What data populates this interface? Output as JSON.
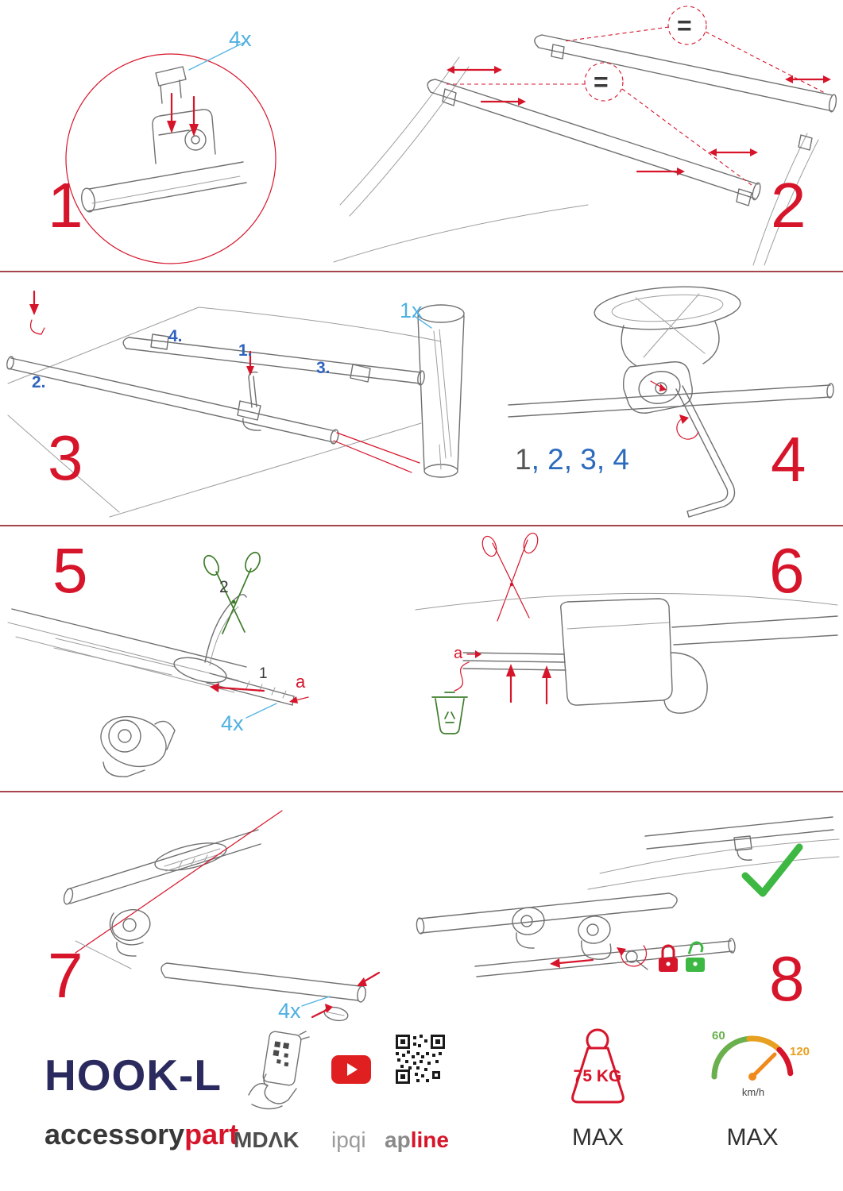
{
  "colors": {
    "accent_red": "#d6152b",
    "quantity_blue": "#4fb0e2",
    "order_blue": "#2f63bd",
    "success_green": "#3db843",
    "brand_navy": "#2b2a5e",
    "scissors_green": "#3f7d2c"
  },
  "icons": {
    "scissors_green": "scissors-icon",
    "scissors_red": "scissors-icon",
    "trash_recycle": "trash-recycle-icon",
    "padlock_closed": "padlock-closed-icon",
    "padlock_open": "padlock-open-icon",
    "checkmark": "checkmark-icon",
    "phone_qr": "phone-qr-scan-icon",
    "youtube": "youtube-play-icon",
    "qr_code": "qr-code-icon",
    "weight": "max-load-weight-icon",
    "speedometer": "speedometer-icon"
  },
  "steps": {
    "step1": {
      "number": "1",
      "quantity": "4x"
    },
    "step2": {
      "number": "2",
      "equal_sign_top": "=",
      "equal_sign_mid": "="
    },
    "step3": {
      "number": "3",
      "quantity": "1x",
      "order_labels": [
        "1.",
        "2.",
        "3.",
        "4."
      ]
    },
    "step4": {
      "number": "4",
      "sequence_done": "1",
      "sequence_remaining": ", 2, 3, 4"
    },
    "step5": {
      "number": "5",
      "cut_order_label": "2",
      "strip_order_label": "1",
      "ref_label": "a",
      "quantity": "4x"
    },
    "step6": {
      "number": "6",
      "ref_label": "a"
    },
    "step7": {
      "number": "7",
      "quantity": "4x"
    },
    "step8": {
      "number": "8"
    }
  },
  "footer": {
    "product_name": "HOOK-L",
    "brand_prefix": "accessory",
    "brand_suffix": "part",
    "partner_mdak": "MDΛK",
    "partner_ipqi": "ipqi",
    "partner_apline_prefix": "ap",
    "partner_apline_suffix": "line",
    "max_load_value": "75 KG",
    "max_load_label": "MAX",
    "speed_min": "60",
    "speed_max_value": "120",
    "speed_unit": "km/h",
    "speed_label": "MAX"
  }
}
